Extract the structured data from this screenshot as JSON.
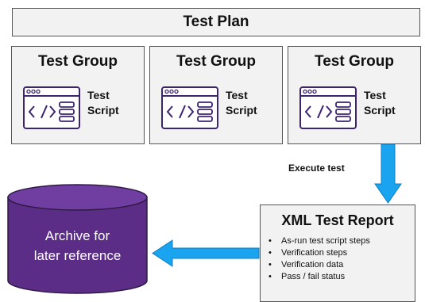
{
  "plan": {
    "title": "Test Plan"
  },
  "groups": [
    {
      "title": "Test Group",
      "script_line1": "Test",
      "script_line2": "Script"
    },
    {
      "title": "Test Group",
      "script_line1": "Test",
      "script_line2": "Script"
    },
    {
      "title": "Test Group",
      "script_line1": "Test",
      "script_line2": "Script"
    }
  ],
  "execute_label": "Execute test",
  "report": {
    "title": "XML Test Report",
    "items": [
      "As-run test script steps",
      "Verification steps",
      "Verification data",
      "Pass / fail status"
    ]
  },
  "archive": {
    "line1": "Archive for",
    "line2": "later reference"
  },
  "colors": {
    "arrow": "#1aa3ee",
    "archive_fill": "#5b2d86",
    "box_fill": "#f2f2f2"
  },
  "icons": {
    "script": "code-window-icon"
  }
}
